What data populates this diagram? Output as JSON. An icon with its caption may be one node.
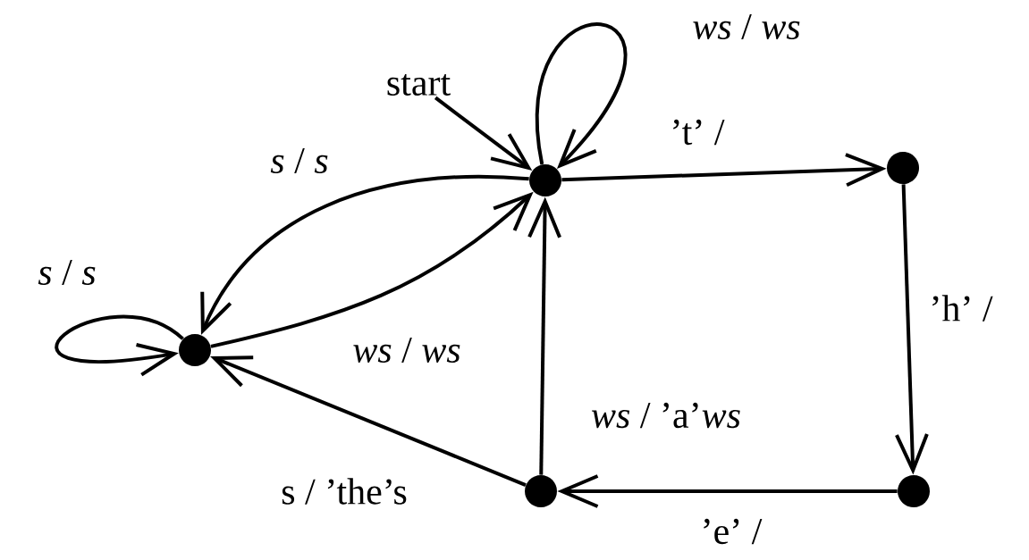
{
  "diagram": {
    "nodes": [
      {
        "text": [
          "start"
        ]
      },
      {
        "text": [],
        "shape": "circle"
      },
      {
        "text": [],
        "shape": "circle"
      },
      {
        "text": [],
        "shape": "circle"
      },
      {
        "text": [],
        "shape": "circle"
      },
      {
        "text": [],
        "shape": "circle"
      }
    ],
    "edges": [
      {
        "from": 0,
        "to": 1,
        "arrow": "to"
      },
      {
        "from": 1,
        "to": 1,
        "arrow": "to",
        "label": "*ws* / *ws*"
      },
      {
        "from": 1,
        "to": 2,
        "arrow": "to",
        "label": "’t’ /"
      },
      {
        "from": 1,
        "to": 3,
        "arrow": "to",
        "label": "*s* / *s*"
      },
      {
        "from": 3,
        "to": 3,
        "arrow": "to",
        "label": "*s* / *s*"
      },
      {
        "from": 3,
        "to": 1,
        "arrow": "to",
        "label": "*ws* / *ws*"
      },
      {
        "from": 2,
        "to": 5,
        "arrow": "to",
        "label": "’h’ /"
      },
      {
        "from": 5,
        "to": 4,
        "arrow": "to",
        "label": "’e’ /"
      },
      {
        "from": 4,
        "to": 1,
        "arrow": "to",
        "label": "*ws* / ’a’*ws*"
      },
      {
        "from": 4,
        "to": 3,
        "arrow": "to",
        "label": "s / ’the’s"
      }
    ]
  }
}
